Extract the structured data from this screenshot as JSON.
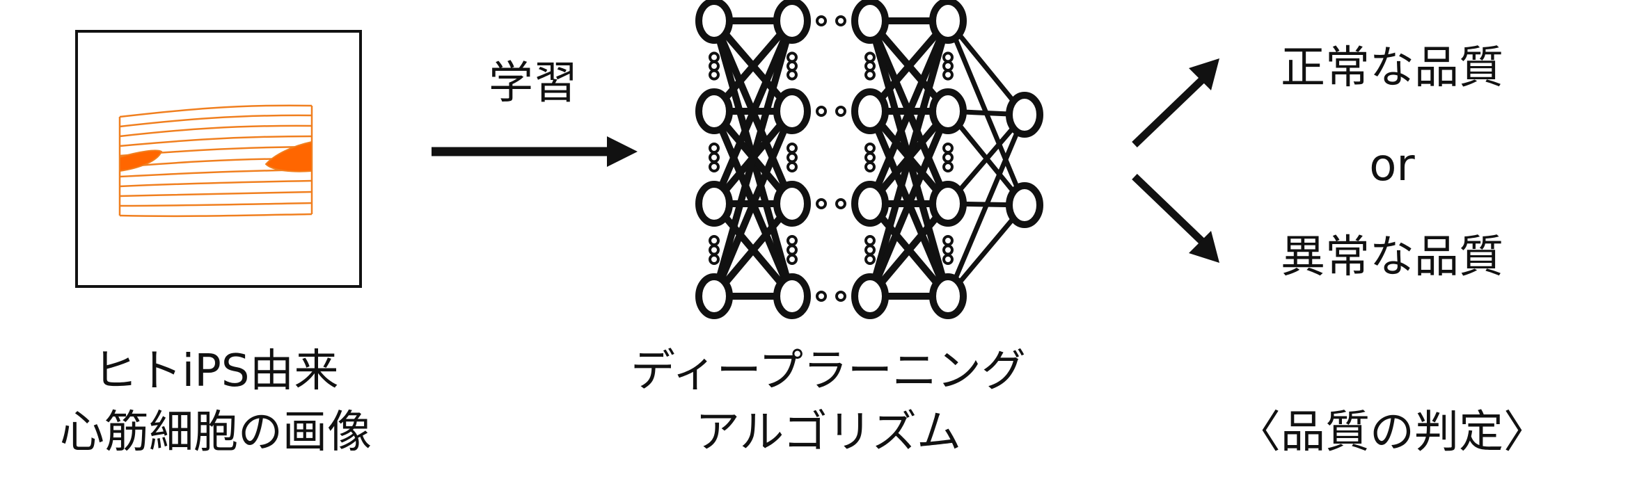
{
  "labels": {
    "learn": "学習",
    "input_line1": "ヒトiPS由来",
    "input_line2": "心筋細胞の画像",
    "algo_line1": "ディープラーニング",
    "algo_line2": "アルゴリズム",
    "normal": "正常な品質",
    "or": "or",
    "abnormal": "異常な品質",
    "judgement": "〈品質の判定〉"
  },
  "colors": {
    "ink": "#111111",
    "cell_fill": "#ff6600",
    "cell_stroke": "#f07f1f"
  },
  "network": {
    "layers": [
      4,
      4,
      4,
      4,
      2
    ]
  }
}
